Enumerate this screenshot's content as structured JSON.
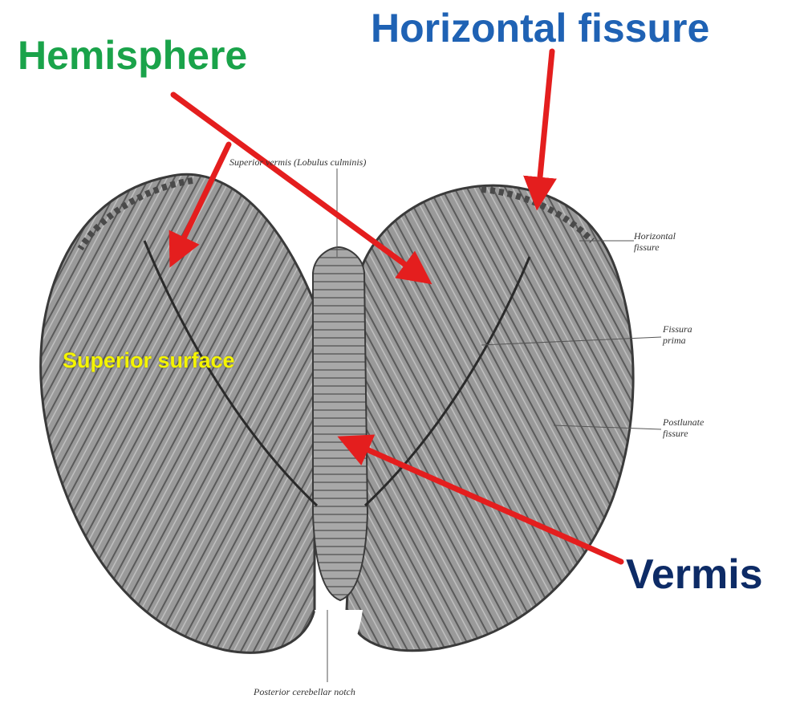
{
  "labels": {
    "hemisphere": "Hemisphere",
    "horizontal_fissure": "Horizontal fissure",
    "vermis": "Vermis",
    "superior_surface": "Superior surface"
  },
  "figure_labels": {
    "superior_vermis": "Superior vermis (Lobulus culminis)",
    "horizontal_fissure_small": "Horizontal fissure",
    "fissura_prima": "Fissura prima",
    "postlunate_fissure": "Postlunate fissure",
    "posterior_notch": "Posterior cerebellar notch"
  },
  "colors": {
    "hemisphere_label": "#1aa34a",
    "horizontal_fissure_label": "#1f62b4",
    "vermis_label": "#0d2b66",
    "superior_surface_label": "#f4f400",
    "arrow": "#e41e1e",
    "tissue": "#8f8f8f"
  }
}
